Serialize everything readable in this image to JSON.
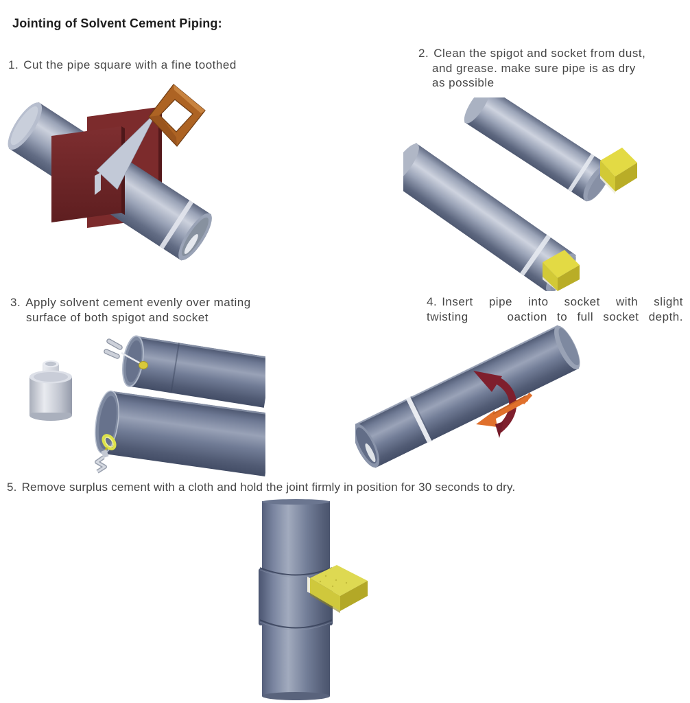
{
  "title": "Jointing of Solvent Cement Piping:",
  "steps": [
    {
      "num": "1.",
      "lines": [
        "Cut the pipe square with a fine toothed"
      ]
    },
    {
      "num": "2.",
      "lines": [
        "Clean the spigot and socket from dust,",
        "and grease. make sure pipe is as dry",
        "as possible"
      ]
    },
    {
      "num": "3.",
      "lines": [
        "Apply solvent cement evenly over mating",
        "surface of both spigot and socket"
      ]
    },
    {
      "num": "4.",
      "lines": [
        "Insert pipe into socket with slight",
        "twisting    oaction to full socket depth."
      ]
    },
    {
      "num": "5.",
      "lines": [
        "Remove surplus cement with a cloth and hold the joint firmly in position for 30 seconds to dry."
      ]
    }
  ],
  "colors": {
    "background": "#ffffff",
    "text": "#464646",
    "pipe_gray_blue": "#8a94aa",
    "pipe_dark_gray_blue": "#68748e",
    "mitre_box_maroon": "#7c2b2c",
    "saw_handle_copper": "#ad6323",
    "saw_blade_gray": "#c2c9d7",
    "sponge_yellow": "#ded952",
    "cement_dab_yellow": "#d9c93b",
    "twist_arrow_dark_red": "#7f1f2d",
    "insert_arrow_orange": "#e0702c",
    "cement_can_silver": "#d9dce4"
  }
}
